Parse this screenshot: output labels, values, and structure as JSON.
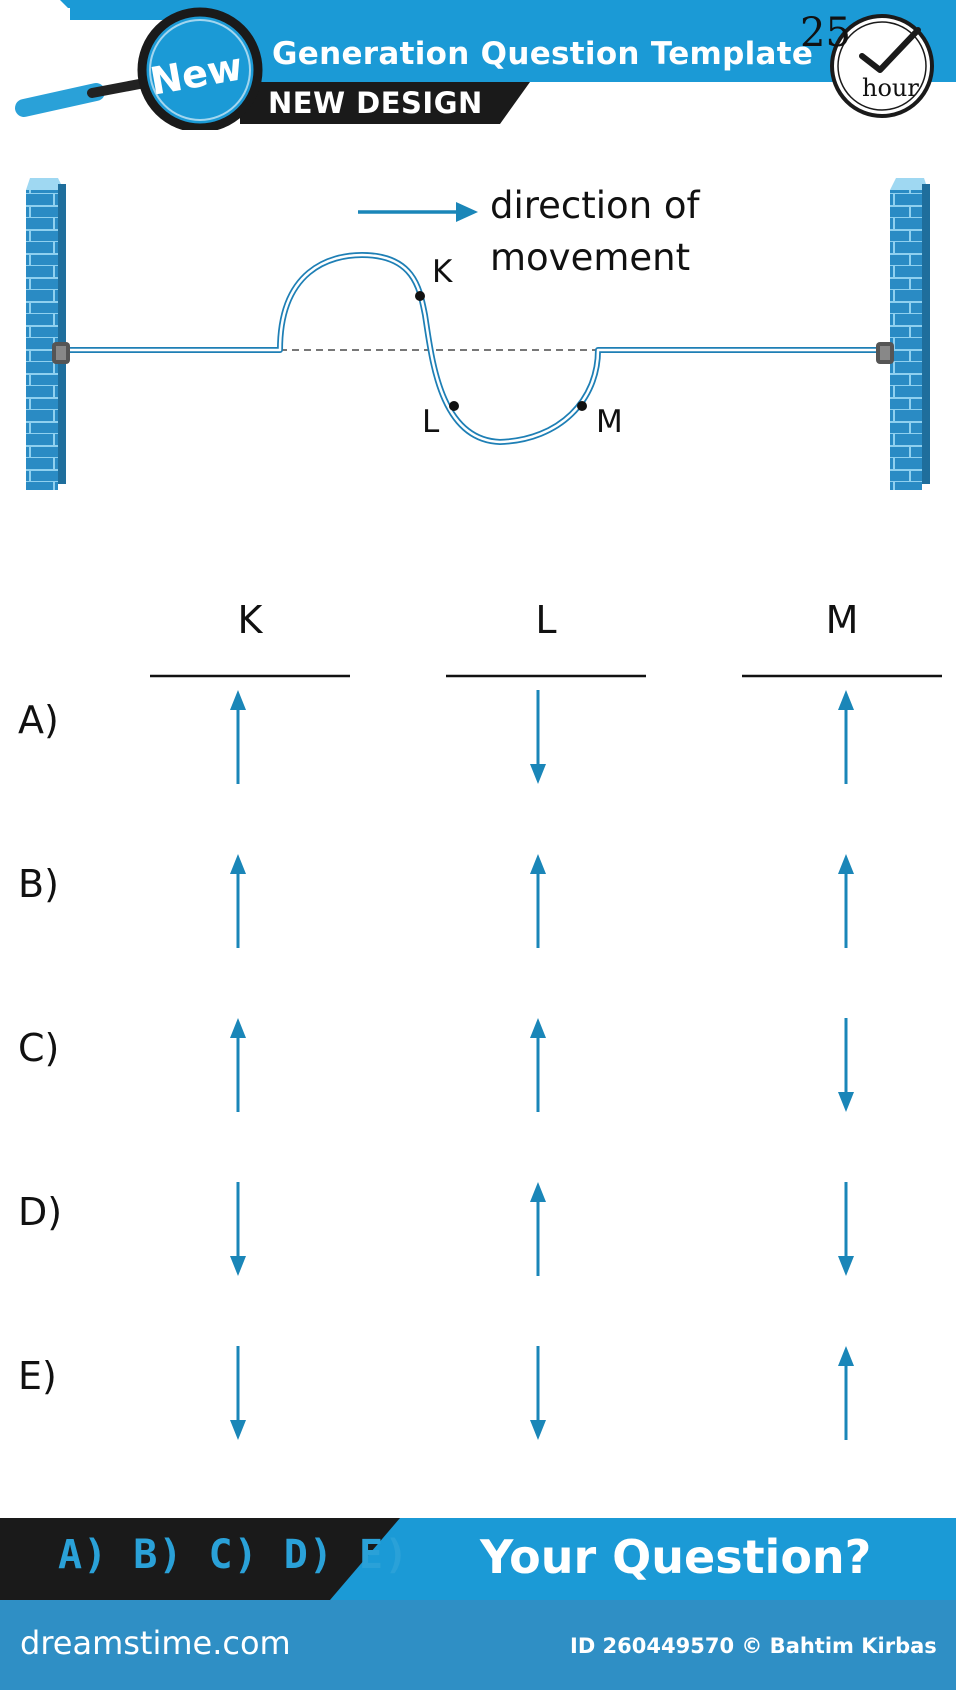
{
  "header": {
    "badge": "New",
    "title": "Generation Question Template",
    "subtitle": "NEW DESIGN",
    "clock_number": "25",
    "clock_unit": "hour"
  },
  "diagram": {
    "legend": [
      "direction of",
      "movement"
    ],
    "points": [
      "K",
      "L",
      "M"
    ]
  },
  "options": {
    "columns": [
      "K",
      "L",
      "M"
    ],
    "rows": [
      {
        "label": "A)",
        "arrows": [
          "up",
          "down",
          "up"
        ]
      },
      {
        "label": "B)",
        "arrows": [
          "up",
          "up",
          "up"
        ]
      },
      {
        "label": "C)",
        "arrows": [
          "up",
          "up",
          "down"
        ]
      },
      {
        "label": "D)",
        "arrows": [
          "down",
          "up",
          "down"
        ]
      },
      {
        "label": "E)",
        "arrows": [
          "down",
          "down",
          "up"
        ]
      }
    ]
  },
  "footer": {
    "choices": "A) B) C) D) E)",
    "question": "Your Question?"
  },
  "credit": {
    "site": "dreamstime.com",
    "image_info": "ID 260449570 © Bahtim Kirbas"
  },
  "colors": {
    "accent": "#1b9ad6",
    "arrow": "#1a86b8",
    "dark": "#1a1a1a"
  }
}
